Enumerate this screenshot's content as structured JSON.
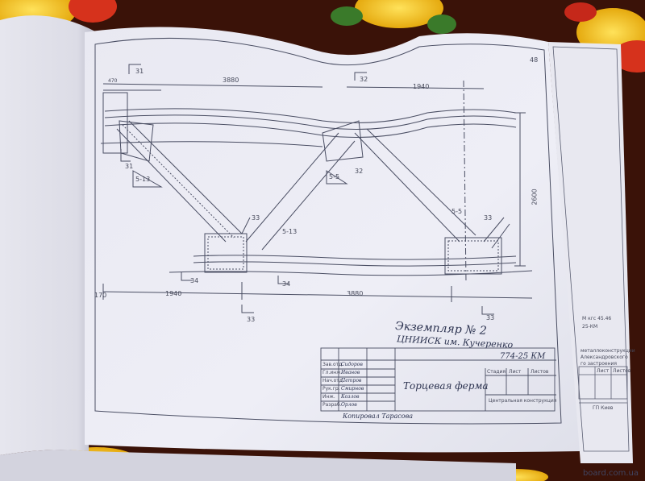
{
  "drawing": {
    "sheet_number": "48",
    "dimensions": {
      "top_left_small": "470",
      "top_span_1": "3880",
      "top_span_2": "1940",
      "section_31_a": "31",
      "section_31_b": "31",
      "section_32_a": "32",
      "section_32_b": "32",
      "height": "2600",
      "node_left": "5-13",
      "node_mid": "5-5",
      "node_bottom_left": "5-13",
      "node_bottom_right": "5-5",
      "section_33_top_left": "33",
      "section_33_top_right": "33",
      "section_34_a": "34",
      "section_34_b": "34",
      "bottom_left_small": "170",
      "bottom_span_1": "1940",
      "bottom_span_2": "3880",
      "section_33_bottom_left": "33",
      "section_33_bottom_right": "33"
    },
    "handwritten": {
      "line1": "Экземпляр № 2",
      "line2": "ЦНИИСК им. Кучеренко"
    },
    "title_block": {
      "code": "774-25 КМ",
      "title": "Торцевая ферма",
      "stage_headers": [
        "Стадия",
        "Лист",
        "Листов"
      ],
      "organization": "Центральная конструкция",
      "signature_rows": [
        "Зав.отд.",
        "Гл.инж.",
        "Нач.отд.",
        "Рук.гр.",
        "Инж.",
        "Разраб."
      ],
      "signature_names": [
        "Сидоров",
        "Иванов",
        "Петров",
        "Смирнов",
        "Козлов",
        "Орлов"
      ],
      "stamp_text": "Копировал Тарасова"
    },
    "side_sheet": {
      "ref_1": "М кгс 45.46",
      "ref_2": "25-КМ",
      "desc_1": "металлоконструкции",
      "desc_2": "Александровского",
      "desc_3": "го застроения",
      "table_headers": [
        "Лист",
        "Листов"
      ],
      "footer": "ГП Киев"
    }
  },
  "colors": {
    "background": "#2a0e08",
    "paper": "#eeeef5",
    "lines": "#4a4e63",
    "flower_yellow": "#f2c21c",
    "flower_red": "#d4301d"
  },
  "watermark": "board.com.ua"
}
